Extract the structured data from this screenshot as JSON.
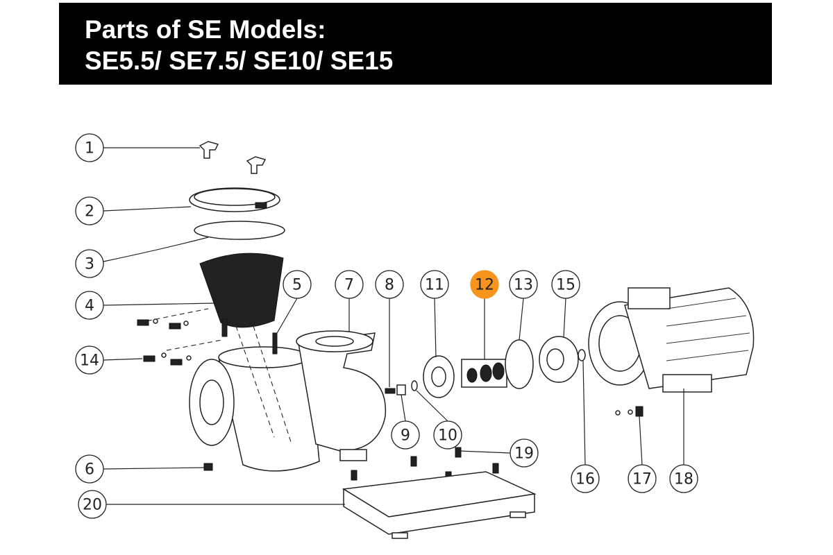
{
  "header": {
    "title_line1": "Parts of SE Models:",
    "title_line2": "SE5.5/ SE7.5/ SE10/ SE15"
  },
  "highlight_color": "#F7941D",
  "highlighted_part": "12",
  "callouts": [
    "1",
    "2",
    "3",
    "4",
    "5",
    "6",
    "7",
    "8",
    "9",
    "10",
    "11",
    "12",
    "13",
    "14",
    "15",
    "16",
    "17",
    "18",
    "19",
    "20"
  ]
}
